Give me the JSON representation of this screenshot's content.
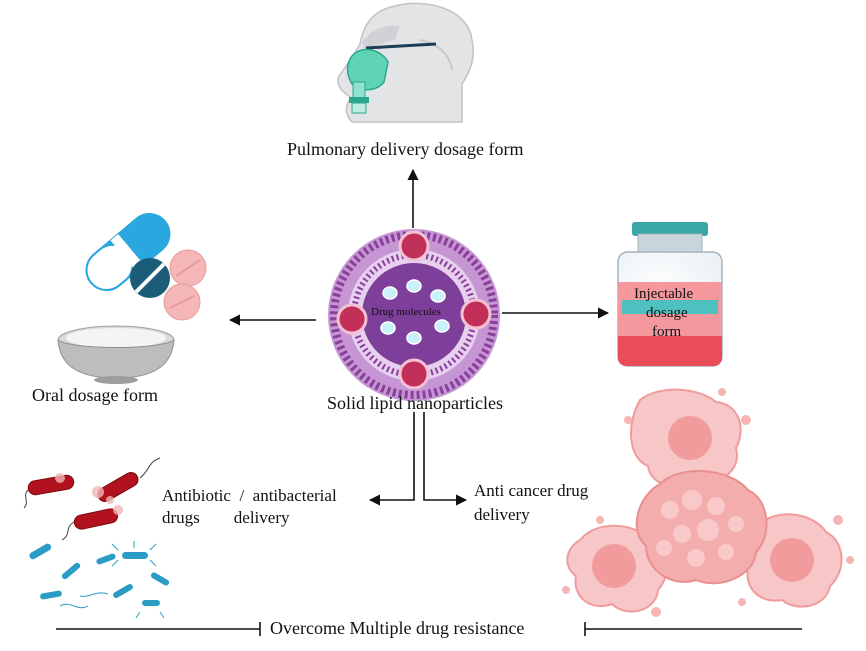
{
  "labels": {
    "pulmonary": "Pulmonary delivery dosage form",
    "oral": "Oral dosage form",
    "injectable_line1": "Injectable",
    "injectable_line2": "dosage",
    "injectable_line3": "form",
    "center": "Solid lipid nanoparticles",
    "drug_molecules": "Drug molecules",
    "antibiotic_line1": "Antibiotic  /  antibacterial",
    "antibiotic_line2": "drugs        delivery",
    "anticancer_line1": "Anti cancer drug",
    "anticancer_line2": "delivery",
    "mdr": "Overcome Multiple drug resistance"
  },
  "icons": {
    "head": "patient-with-oxygen-mask-icon",
    "pills": "capsule-and-tablets-icon",
    "bowl": "powder-bowl-icon",
    "vial": "injection-vial-icon",
    "bacteria": "bacteria-icon",
    "cancer": "cancer-cells-icon",
    "nanoparticle": "solid-lipid-nanoparticle-icon"
  },
  "colors": {
    "capsule_blue": "#2aa7df",
    "tablet_teal": "#1b5c78",
    "tablet_pink": "#f4b6b6",
    "mask_green": "#5fd3b5",
    "vial_red": "#e94d57",
    "vial_cap": "#3aa6a6",
    "particle_purple": "#8a3f9b",
    "particle_core": "#b08ad0",
    "particle_red": "#c2305a",
    "bacteria_red": "#b2121d",
    "cancer_pink": "#f19b9c",
    "arrow": "#111111"
  }
}
